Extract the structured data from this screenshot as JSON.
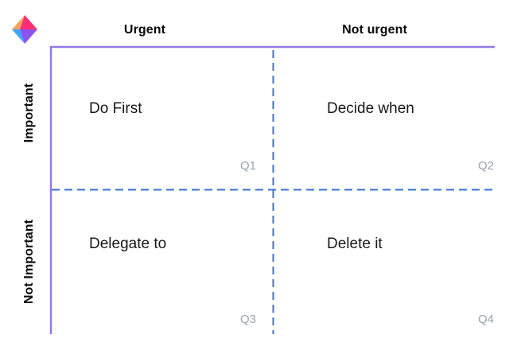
{
  "logo": {
    "name": "diamond-logo",
    "colors": {
      "orange": "#f9a05f",
      "pink": "#fc2f76",
      "blue": "#3ba5f7",
      "purple": "#8853f0"
    }
  },
  "columns": [
    {
      "label": "Urgent"
    },
    {
      "label": "Not urgent"
    }
  ],
  "rows": [
    {
      "label": "Important"
    },
    {
      "label": "Not Important"
    }
  ],
  "quadrants": [
    {
      "id": "Q1",
      "title": "Do First"
    },
    {
      "id": "Q2",
      "title": "Decide when"
    },
    {
      "id": "Q3",
      "title": "Delegate to"
    },
    {
      "id": "Q4",
      "title": "Delete it"
    }
  ],
  "colors": {
    "axis": "#9678e4",
    "divider": "#3b72cf",
    "quadrant_label": "#9ca3af",
    "text": "#181818",
    "heading": "#0a0a0a"
  }
}
